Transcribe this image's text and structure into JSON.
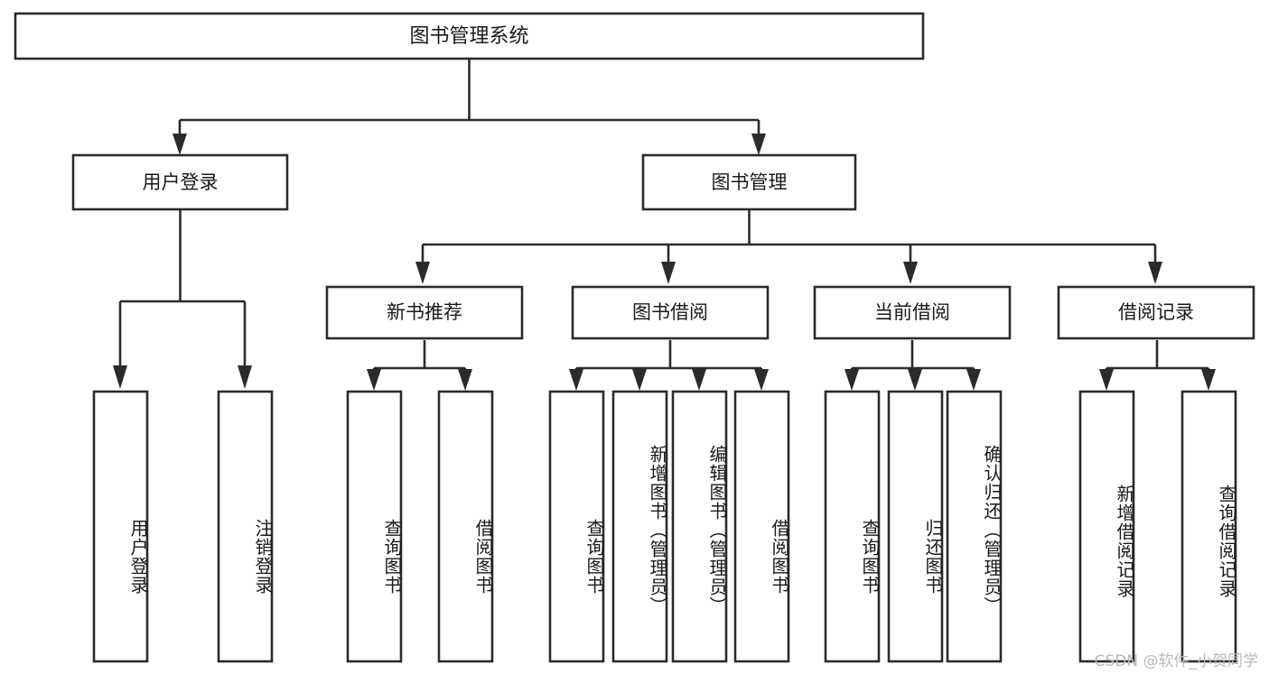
{
  "diagram": {
    "type": "tree-hierarchy",
    "title": "图书管理系统",
    "root": {
      "id": "root",
      "label": "图书管理系统",
      "orientation": "horizontal"
    },
    "level2": [
      {
        "id": "user-login",
        "label": "用户登录",
        "orientation": "horizontal"
      },
      {
        "id": "book-manage",
        "label": "图书管理",
        "orientation": "horizontal"
      }
    ],
    "level3": [
      {
        "id": "new-book-recommend",
        "label": "新书推荐",
        "orientation": "horizontal",
        "parent": "book-manage"
      },
      {
        "id": "book-borrow",
        "label": "图书借阅",
        "orientation": "horizontal",
        "parent": "book-manage"
      },
      {
        "id": "current-borrow",
        "label": "当前借阅",
        "orientation": "horizontal",
        "parent": "book-manage"
      },
      {
        "id": "borrow-record",
        "label": "借阅记录",
        "orientation": "horizontal",
        "parent": "book-manage"
      }
    ],
    "leaves": [
      {
        "id": "leaf-user-login",
        "label": "用户登录",
        "orientation": "vertical",
        "parent": "user-login"
      },
      {
        "id": "leaf-logout-login",
        "label": "注销登录",
        "orientation": "vertical",
        "parent": "user-login"
      },
      {
        "id": "leaf-query-book-1",
        "label": "查询图书",
        "orientation": "vertical",
        "parent": "new-book-recommend"
      },
      {
        "id": "leaf-borrow-book-1",
        "label": "借阅图书",
        "orientation": "vertical",
        "parent": "new-book-recommend"
      },
      {
        "id": "leaf-query-book-2",
        "label": "查询图书",
        "orientation": "vertical",
        "parent": "book-borrow"
      },
      {
        "id": "leaf-add-book",
        "label": "新增图书（管理员）",
        "orientation": "vertical",
        "parent": "book-borrow"
      },
      {
        "id": "leaf-edit-book",
        "label": "编辑图书（管理员）",
        "orientation": "vertical",
        "parent": "book-borrow"
      },
      {
        "id": "leaf-borrow-book-2",
        "label": "借阅图书",
        "orientation": "vertical",
        "parent": "book-borrow"
      },
      {
        "id": "leaf-query-book-3",
        "label": "查询图书",
        "orientation": "vertical",
        "parent": "current-borrow"
      },
      {
        "id": "leaf-return-book",
        "label": "归还图书",
        "orientation": "vertical",
        "parent": "current-borrow"
      },
      {
        "id": "leaf-confirm-return",
        "label": "确认归还（管理员）",
        "orientation": "vertical",
        "parent": "current-borrow"
      },
      {
        "id": "leaf-add-record",
        "label": "新增借阅记录",
        "orientation": "vertical",
        "parent": "borrow-record"
      },
      {
        "id": "leaf-query-record",
        "label": "查询借阅记录",
        "orientation": "vertical",
        "parent": "borrow-record"
      }
    ],
    "colors": {
      "stroke": "#2b2b2b",
      "fill": "#ffffff",
      "text": "#1a1a1a",
      "background": "#ffffff",
      "watermark": "#b9b9b9"
    }
  },
  "watermark": {
    "text": "CSDN @软件_小贺同学"
  }
}
